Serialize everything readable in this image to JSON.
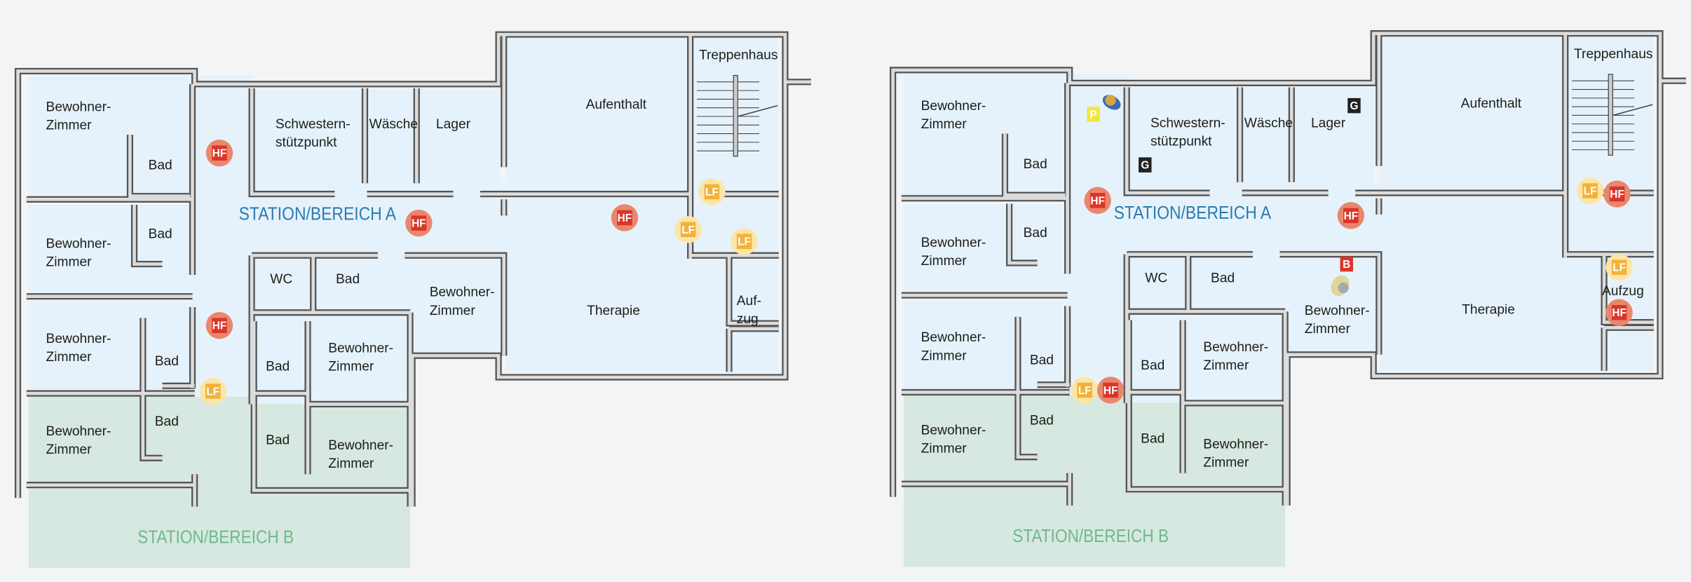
{
  "colors": {
    "background": "#f3f4f6",
    "room": "#e6f2fb",
    "station_b_area": "#d6e8df",
    "station_a_text": "#2b7bb0",
    "station_b_text": "#6fb98c",
    "hf": "#d9352b",
    "lf": "#f2b23a",
    "wall": "#6b6b6b"
  },
  "marker_labels": {
    "hf": "HF",
    "lf": "LF",
    "p": "P",
    "g": "G",
    "b": "B"
  },
  "plans": [
    {
      "name": "plan-left",
      "station_a": "STATION/BEREICH A",
      "station_b": "STATION/BEREICH B",
      "rooms": [
        [
          "Bewohner-",
          "Zimmer"
        ],
        [
          "Bad"
        ],
        [
          "Bewohner-",
          "Zimmer"
        ],
        [
          "Bad"
        ],
        [
          "Bewohner-",
          "Zimmer"
        ],
        [
          "Bad"
        ],
        [
          "Bewohner-",
          "Zimmer"
        ],
        [
          "Bad"
        ],
        [
          "Schwestern-",
          "stützpunkt"
        ],
        [
          "Wäsche"
        ],
        [
          "Lager"
        ],
        [
          "Aufenthalt"
        ],
        [
          "Treppenhaus"
        ],
        [
          "WC"
        ],
        [
          "Bad"
        ],
        [
          "Bewohner-",
          "Zimmer"
        ],
        [
          "Therapie"
        ],
        [
          "Auf-",
          "zug"
        ],
        [
          "Bewohner-",
          "Zimmer"
        ],
        [
          "Bad"
        ],
        [
          "Bewohner-",
          "Zimmer"
        ],
        [
          "Bad"
        ]
      ],
      "markers": [
        "hf",
        "hf",
        "hf",
        "hf",
        "lf",
        "lf",
        "lf",
        "lf"
      ]
    },
    {
      "name": "plan-right",
      "station_a": "STATION/BEREICH A",
      "station_b": "STATION/BEREICH B",
      "rooms": [
        [
          "Bewohner-",
          "Zimmer"
        ],
        [
          "Bad"
        ],
        [
          "Bewohner-",
          "Zimmer"
        ],
        [
          "Bad"
        ],
        [
          "Bewohner-",
          "Zimmer"
        ],
        [
          "Bad"
        ],
        [
          "Bewohner-",
          "Zimmer"
        ],
        [
          "Bad"
        ],
        [
          "Schwestern-",
          "stützpunkt"
        ],
        [
          "Wäsche"
        ],
        [
          "Lager"
        ],
        [
          "Aufenthalt"
        ],
        [
          "Treppenhaus"
        ],
        [
          "WC"
        ],
        [
          "Bad"
        ],
        [
          "Bewohner-",
          "Zimmer"
        ],
        [
          "Therapie"
        ],
        [
          "Aufzug"
        ],
        [
          "Bewohner-",
          "Zimmer"
        ],
        [
          "Bad"
        ],
        [
          "Bewohner-",
          "Zimmer"
        ],
        [
          "Bad"
        ]
      ],
      "markers": [
        "p",
        "g",
        "g",
        "hf",
        "hf",
        "lf",
        "hf",
        "b",
        "lf",
        "hf",
        "lf",
        "hf"
      ]
    }
  ]
}
